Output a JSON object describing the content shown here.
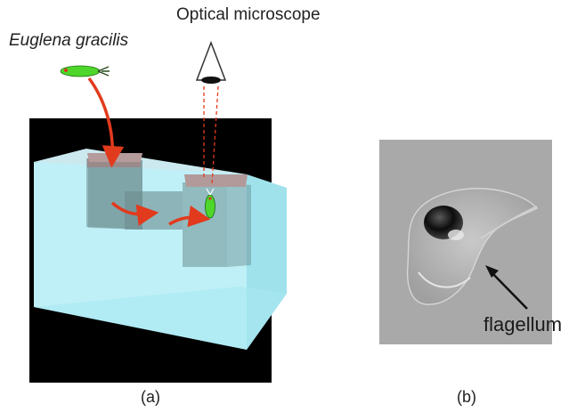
{
  "figure": {
    "organism_label": "Euglena gracilis",
    "microscope_label": "Optical microscope",
    "flagellum_label": "flagellum",
    "caption_a": "(a)",
    "caption_b": "(b)"
  },
  "colors": {
    "background_panel": "#000000",
    "channel_block": "#bff0f7",
    "euglena": "#4ed62a",
    "arrow": "#e23a1d",
    "microscope_beam": "#e23a1d",
    "micrograph_gray": "#a9a9a9"
  }
}
